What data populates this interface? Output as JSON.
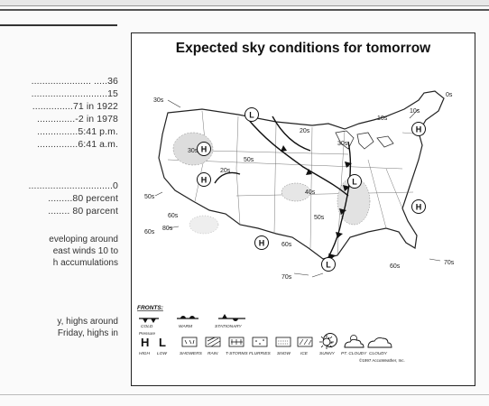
{
  "stats": [
    {
      "text": "...................... .....36"
    },
    {
      "text": "............................15"
    },
    {
      "text": "...............71 in 1922"
    },
    {
      "text": "..............-2 in 1978"
    },
    {
      "text": "...............5:41 p.m."
    },
    {
      "text": "...............6:41 a.m."
    }
  ],
  "stats2": [
    {
      "text": "...............................0"
    },
    {
      "text": ".........80 percent"
    },
    {
      "text": "........ 80 parcent"
    }
  ],
  "forecast_lines": [
    {
      "text": "eveloping around"
    },
    {
      "text": "east winds 10 to"
    },
    {
      "text": "h accumulations"
    }
  ],
  "extended_lines": [
    {
      "text": "y, highs around"
    },
    {
      "text": "Friday, highs in"
    }
  ],
  "map": {
    "title": "Expected sky conditions for tomorrow",
    "pressure_symbols": [
      "L",
      "L",
      "L",
      "L",
      "H",
      "H",
      "H",
      "H",
      "H"
    ],
    "temp_labels": [
      "30s",
      "10s",
      "0s",
      "10s",
      "20s",
      "50s",
      "30s",
      "30s",
      "40s",
      "50s",
      "50s",
      "60s",
      "60s",
      "60s",
      "70s",
      "60s",
      "70s",
      "20s",
      "80s"
    ],
    "legend": {
      "fronts_title": "FRONTS:",
      "fronts": [
        "COLD",
        "WARM",
        "STATIONARY"
      ],
      "pressure_label": "Pressure",
      "pressure": [
        "HIGH",
        "LOW"
      ],
      "sky": [
        "SHOWERS",
        "RAIN",
        "T-STORMS",
        "FLURRIES",
        "SNOW",
        "ICE",
        "SUNNY",
        "PT. CLOUDY",
        "CLOUDY"
      ],
      "copyright": "©1997 AccuWeather, Inc."
    }
  }
}
